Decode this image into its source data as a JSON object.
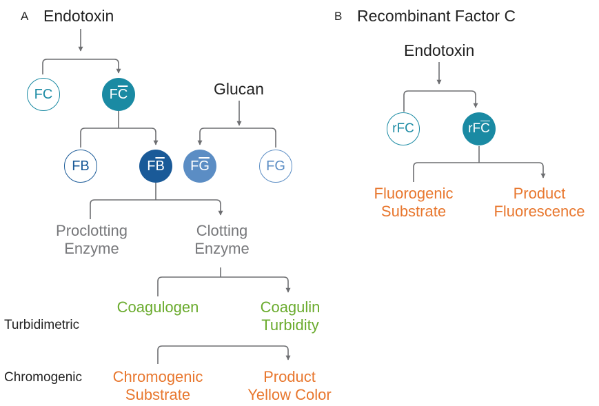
{
  "colors": {
    "arrow": "#6d6e71",
    "teal": "#1a8aa3",
    "blue": "#1a5a98",
    "light_blue": "#5b8dc4",
    "gray_text": "#77787b",
    "green_text": "#6aab2d",
    "orange_text": "#e8772e"
  },
  "panel_a": {
    "letter": "A",
    "source": "Endotoxin",
    "fc": {
      "base": "FC",
      "mark": ""
    },
    "fc_active": {
      "base": "F",
      "mark": "C"
    },
    "glucan": "Glucan",
    "fb": {
      "base": "FB",
      "mark": ""
    },
    "fb_active": {
      "base": "F",
      "mark": "B"
    },
    "fg_active": {
      "base": "F",
      "mark": "G"
    },
    "fg": {
      "base": "FG",
      "mark": ""
    },
    "proclotting": {
      "line1": "Proclotting",
      "line2": "Enzyme"
    },
    "clotting": {
      "line1": "Clotting",
      "line2": "Enzyme"
    },
    "coagulogen": "Coagulogen",
    "coagulin": {
      "line1": "Coagulin",
      "line2": "Turbidity"
    },
    "turbidimetric": "Turbidimetric",
    "chromogenic": "Chromogenic",
    "chromogenic_substrate": {
      "line1": "Chromogenic",
      "line2": "Substrate"
    },
    "product_color": {
      "line1": "Product",
      "line2": "Yellow Color"
    }
  },
  "panel_b": {
    "letter": "B",
    "title": "Recombinant Factor C",
    "source": "Endotoxin",
    "rfc": {
      "base": "rFC",
      "mark": ""
    },
    "rfc_active": {
      "base": "rF",
      "mark": "C"
    },
    "fluorogenic": {
      "line1": "Fluorogenic",
      "line2": "Substrate"
    },
    "product_fluor": {
      "line1": "Product",
      "line2": "Fluorescence"
    }
  }
}
